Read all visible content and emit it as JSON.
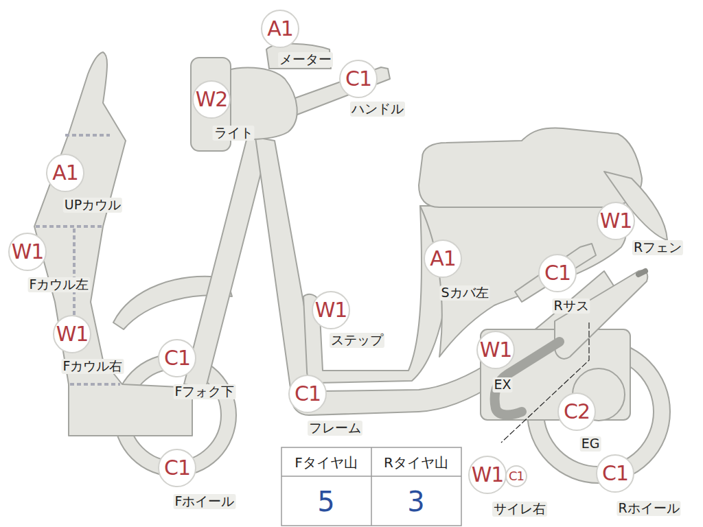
{
  "diagram": {
    "nodes": [
      {
        "text": [
          "A1",
          "メーター"
        ]
      },
      {
        "text": [
          "W2",
          "ライト"
        ]
      },
      {
        "text": [
          "C1",
          "ハンドル"
        ]
      },
      {
        "text": [
          "A1",
          "UPカウル"
        ]
      },
      {
        "text": [
          "W1",
          "Rフェン"
        ]
      },
      {
        "text": [
          "W1",
          "Fカウル左"
        ]
      },
      {
        "text": [
          "A1",
          "Sカバ左"
        ]
      },
      {
        "text": [
          "C1",
          "Rサス"
        ]
      },
      {
        "text": [
          "W1",
          "ステップ"
        ]
      },
      {
        "text": [
          "W1",
          "Fカウル右"
        ]
      },
      {
        "text": [
          "C1",
          "Fフォク下"
        ]
      },
      {
        "text": [
          "W1",
          "EX"
        ]
      },
      {
        "text": [
          "C1",
          "フレーム"
        ]
      },
      {
        "text": [
          "C2",
          "EG"
        ]
      },
      {
        "text": [
          "C1",
          "Fホイール"
        ]
      },
      {
        "text": [
          "W1",
          "サイレ右"
        ]
      },
      {
        "text": [
          "C1"
        ]
      },
      {
        "text": [
          "C1",
          "Rホイール"
        ]
      }
    ],
    "edges": [],
    "labels": [
      "Fタイヤ山",
      "Rタイヤ山",
      "5",
      "3"
    ]
  }
}
